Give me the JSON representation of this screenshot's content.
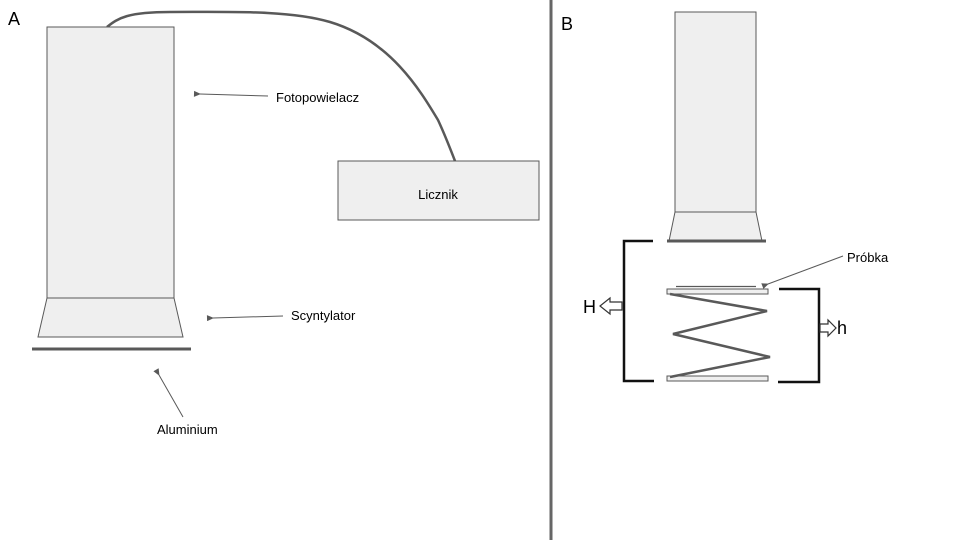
{
  "panel_a": {
    "letter": "A",
    "labels": {
      "photomultiplier": "Fotopowielacz",
      "counter": "Licznik",
      "scintillator": "Scyntylator",
      "aluminium": "Aluminium"
    }
  },
  "panel_b": {
    "letter": "B",
    "labels": {
      "sample": "Próbka",
      "big_h": "H",
      "small_h": "h"
    }
  },
  "colors": {
    "box_fill": "#efefef",
    "stroke": "#595959",
    "divider": "#666666"
  }
}
